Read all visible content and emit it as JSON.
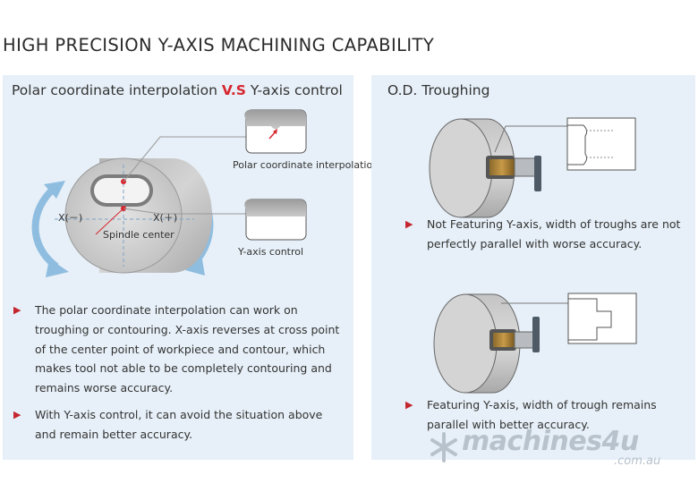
{
  "page": {
    "title": "HIGH PRECISION Y-AXIS MACHINING CAPABILITY"
  },
  "left_panel": {
    "heading_part1": "Polar coordinate interpolation ",
    "heading_vs": "V.S",
    "heading_part2": " Y-axis control",
    "label_polar": "Polar coordinate interpolation",
    "label_yaxis": "Y-axis control",
    "label_xminus": "X(－)",
    "label_xplus": "X(＋)",
    "label_spindle": "Spindle center",
    "bullets": [
      "The polar coordinate interpolation can work on troughing or contouring. X-axis reverses at cross point of the center point of workpiece and contour, which makes tool not able to be completely contouring and remains worse accuracy.",
      "With Y-axis control, it can avoid the situation above and remain better accuracy."
    ]
  },
  "right_panel": {
    "heading": "O.D. Troughing",
    "bullet_without": "Not Featuring Y-axis, width of troughs are not perfectly parallel with worse accuracy.",
    "bullet_with": "Featuring Y-axis, width of trough remains parallel with better accuracy."
  },
  "watermark": {
    "brand": "machines4u",
    "domain": ".com.au"
  },
  "colors": {
    "accent_red": "#d7262e",
    "panel_bg": "#e7f0f8",
    "arrow_blue": "#8fbde0"
  },
  "icons": {
    "bullet": "triangle-right-icon",
    "logo": "star-logo-icon"
  }
}
